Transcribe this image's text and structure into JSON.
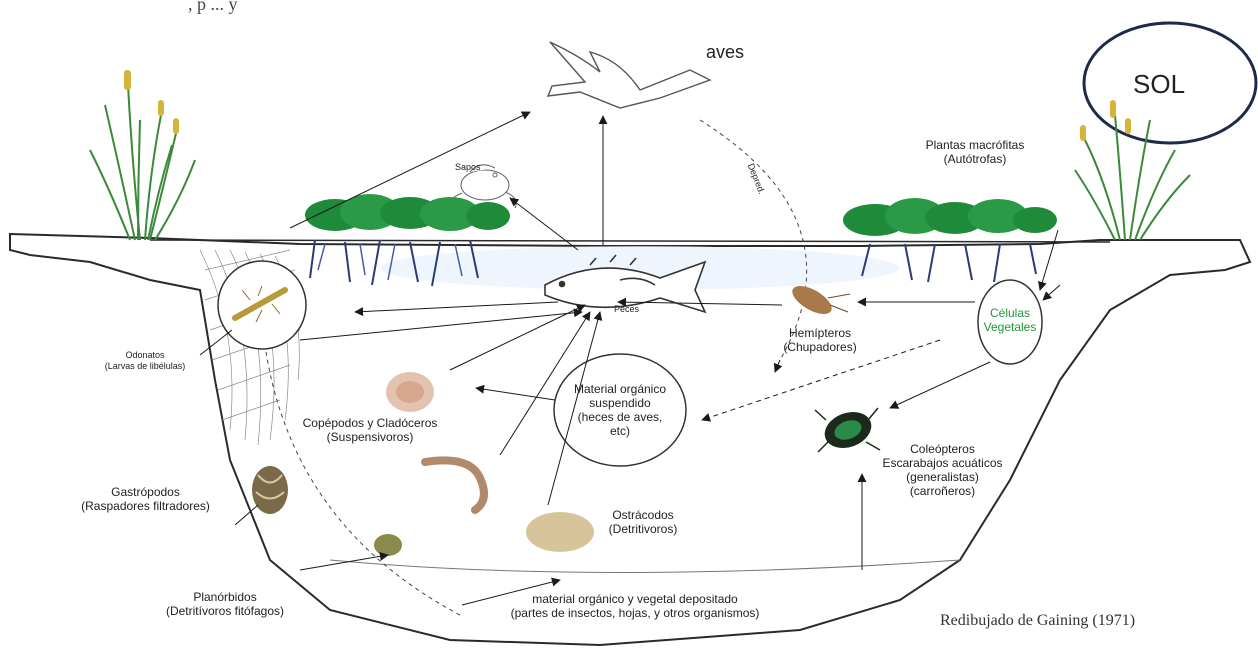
{
  "diagram": {
    "sun": "SOL",
    "birds": "aves",
    "frogs": "Sapos",
    "fish": "Peces",
    "predators_arrow_label": "Depred.",
    "macrophytes": {
      "line1": "Plantas macrófitas",
      "line2": "(Autótrofas)"
    },
    "plant_cells": {
      "line1": "Células",
      "line2": "Vegetales",
      "color": "#1a9a3a"
    },
    "odonata": {
      "line1": "Odonatos",
      "line2": "(Larvas de libélulas)"
    },
    "hemiptera": {
      "line1": "Hemípteros",
      "line2": "(Chupadores)"
    },
    "organic_matter": {
      "line1": "Material orgánico",
      "line2": "suspendido",
      "line3": "(heces de aves,",
      "line4": "etc)"
    },
    "copepods": {
      "line1": "Copépodos y Cladóceros",
      "line2": "(Suspensivoros)"
    },
    "coleoptera": {
      "line1": "Coleópteros",
      "line2": "Escarabajos acuáticos",
      "line3": "(generalistas)",
      "line4": "(carroñeros)"
    },
    "gastropods": {
      "line1": "Gastrópodos",
      "line2": "(Raspadores filtradores)"
    },
    "ostracods": {
      "line1": "Ostrácodos",
      "line2": "(Detritivoros)"
    },
    "planorbids": {
      "line1": "Planórbidos",
      "line2": "(Detritívoros fitófagos)"
    },
    "sediment": {
      "line1": "material orgánico y vegetal depositado",
      "line2": "(partes de insectos, hojas, y otros organismos)"
    },
    "credit": "Redibujado de Gaining (1971)",
    "top_fragment": ", p   ... y"
  }
}
